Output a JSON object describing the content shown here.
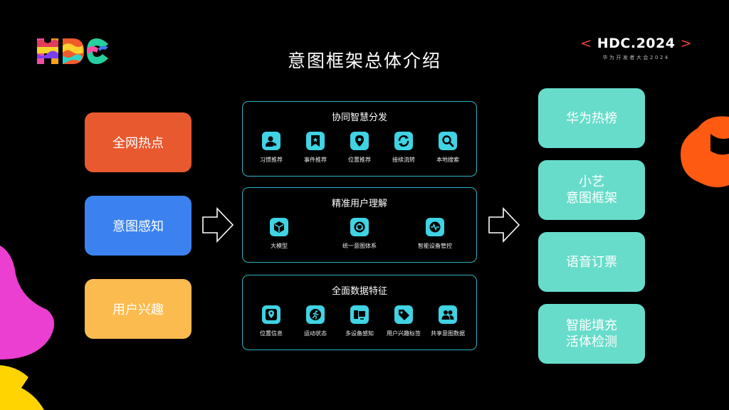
{
  "header": {
    "badge_main": "HDC.2024",
    "badge_left": "<",
    "badge_right": ">",
    "badge_sub": "华为开发者大会2024"
  },
  "title": "意图框架总体介绍",
  "left": [
    {
      "label": "全网热点",
      "color": "#e9592f"
    },
    {
      "label": "意图感知",
      "color": "#3b82f0"
    },
    {
      "label": "用户兴趣",
      "color": "#fbbb4e"
    }
  ],
  "panels": [
    {
      "title": "协同智慧分发",
      "items": [
        {
          "label": "习惯推荐",
          "icon": "user-star-icon"
        },
        {
          "label": "事件推荐",
          "icon": "bookmark-star-icon"
        },
        {
          "label": "位置推荐",
          "icon": "location-pin-icon"
        },
        {
          "label": "接续流转",
          "icon": "sync-icon"
        },
        {
          "label": "本地搜索",
          "icon": "search-icon"
        }
      ]
    },
    {
      "title": "精准用户理解",
      "items": [
        {
          "label": "大模型",
          "icon": "cube-icon"
        },
        {
          "label": "统一意图体系",
          "icon": "cycle-icon"
        },
        {
          "label": "智能设备管控",
          "icon": "waveform-icon"
        }
      ]
    },
    {
      "title": "全面数据特征",
      "items": [
        {
          "label": "位置信息",
          "icon": "map-pin-icon"
        },
        {
          "label": "运动状态",
          "icon": "running-icon"
        },
        {
          "label": "多设备感知",
          "icon": "devices-icon"
        },
        {
          "label": "用户兴趣标签",
          "icon": "tag-icon"
        },
        {
          "label": "共享意图数据",
          "icon": "group-icon"
        }
      ]
    }
  ],
  "right": [
    {
      "lines": [
        "华为热榜"
      ]
    },
    {
      "lines": [
        "小艺",
        "意图框架"
      ]
    },
    {
      "lines": [
        "语音订票"
      ]
    },
    {
      "lines": [
        "智能填充",
        "活体检测"
      ]
    }
  ],
  "colors": {
    "panel_border": "#2bb3c4",
    "icon_tile": "#3fd3e3",
    "right_box": "#67dcca"
  }
}
